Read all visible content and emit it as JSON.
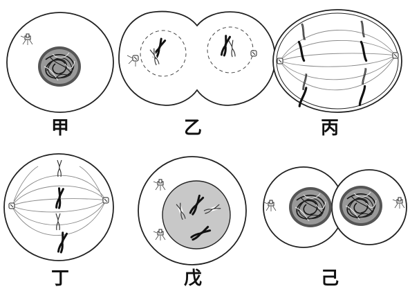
{
  "panels": [
    {
      "label": "甲"
    },
    {
      "label": "乙"
    },
    {
      "label": "丙"
    },
    {
      "label": "丁"
    },
    {
      "label": "戊"
    },
    {
      "label": "己"
    }
  ],
  "colors": {
    "outline": "#222222",
    "chromosome": "#111111",
    "spindle": "#888888",
    "nucleus_fill": "#c8c8c8",
    "nucleus_dark": "#555555"
  },
  "icons": [
    "centrosome-icon",
    "chromosome-icon",
    "nucleus-icon",
    "spindle-icon"
  ]
}
